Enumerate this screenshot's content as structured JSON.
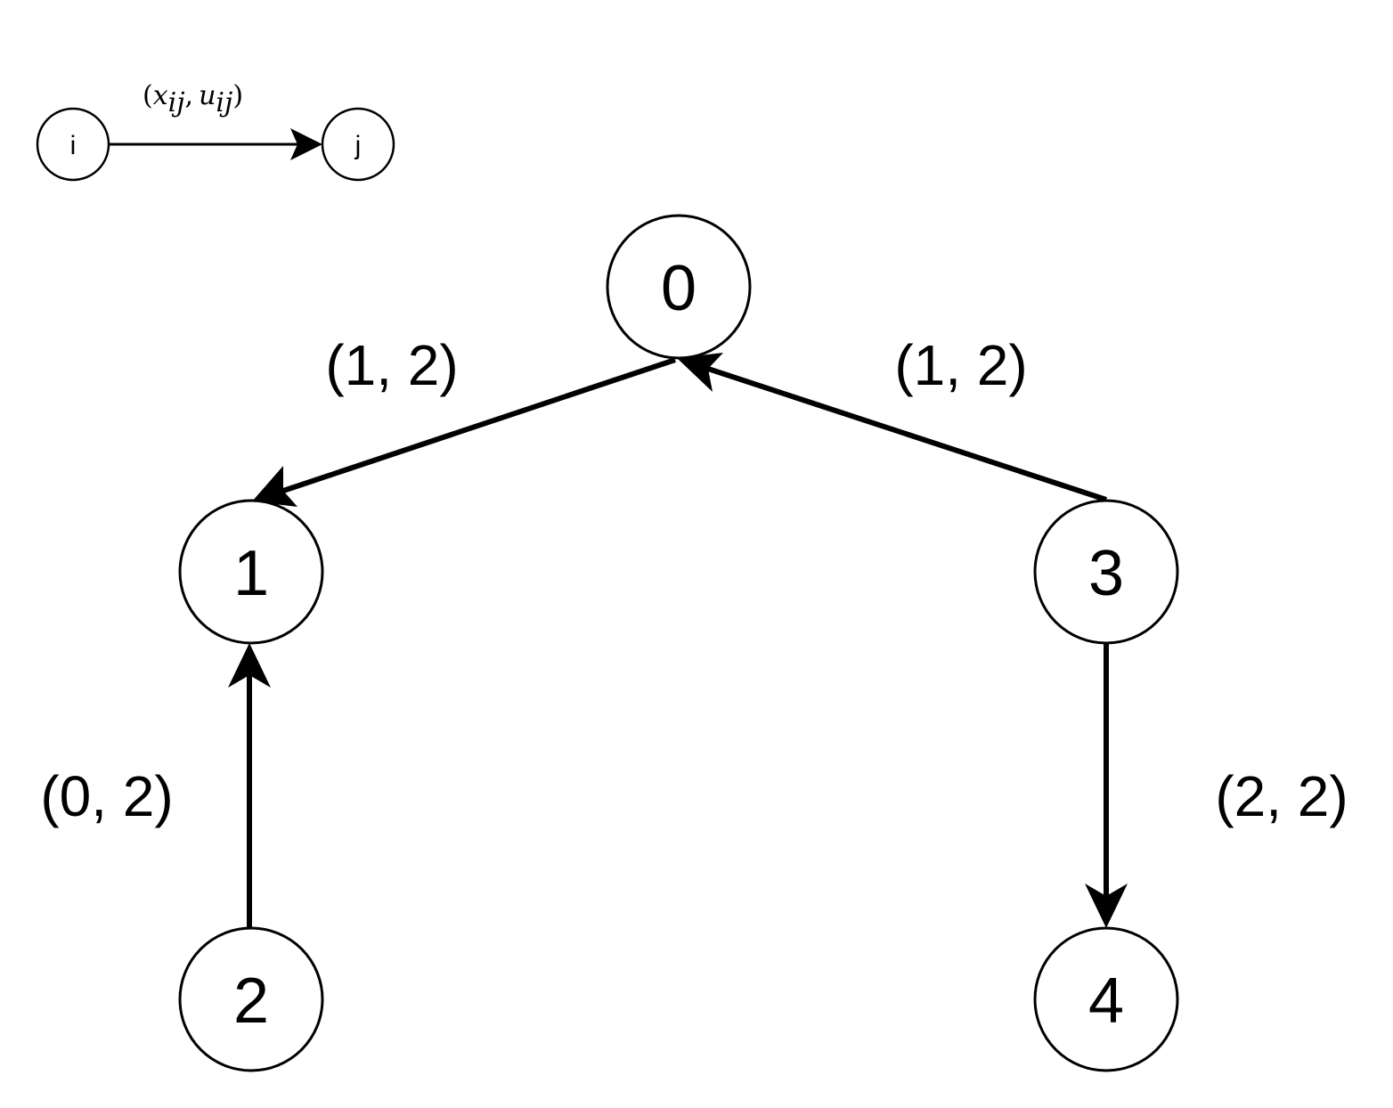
{
  "legend": {
    "from_label": "i",
    "to_label": "j",
    "edge_label": "(x_ij, u_ij)",
    "edge_label_paren_open": "(",
    "edge_label_x": "x",
    "edge_label_x_sub": "ij",
    "edge_label_comma": ",",
    "edge_label_u": "u",
    "edge_label_u_sub": "ij",
    "edge_label_paren_close": ")"
  },
  "nodes": [
    {
      "id": "0",
      "label": "0"
    },
    {
      "id": "1",
      "label": "1"
    },
    {
      "id": "2",
      "label": "2"
    },
    {
      "id": "3",
      "label": "3"
    },
    {
      "id": "4",
      "label": "4"
    }
  ],
  "edges": [
    {
      "from": "0",
      "to": "1",
      "label": "(1, 2)"
    },
    {
      "from": "3",
      "to": "0",
      "label": "(1, 2)"
    },
    {
      "from": "2",
      "to": "1",
      "label": "(0, 2)"
    },
    {
      "from": "3",
      "to": "4",
      "label": "(2, 2)"
    }
  ],
  "colors": {
    "stroke": "#000000",
    "background": "#ffffff"
  }
}
